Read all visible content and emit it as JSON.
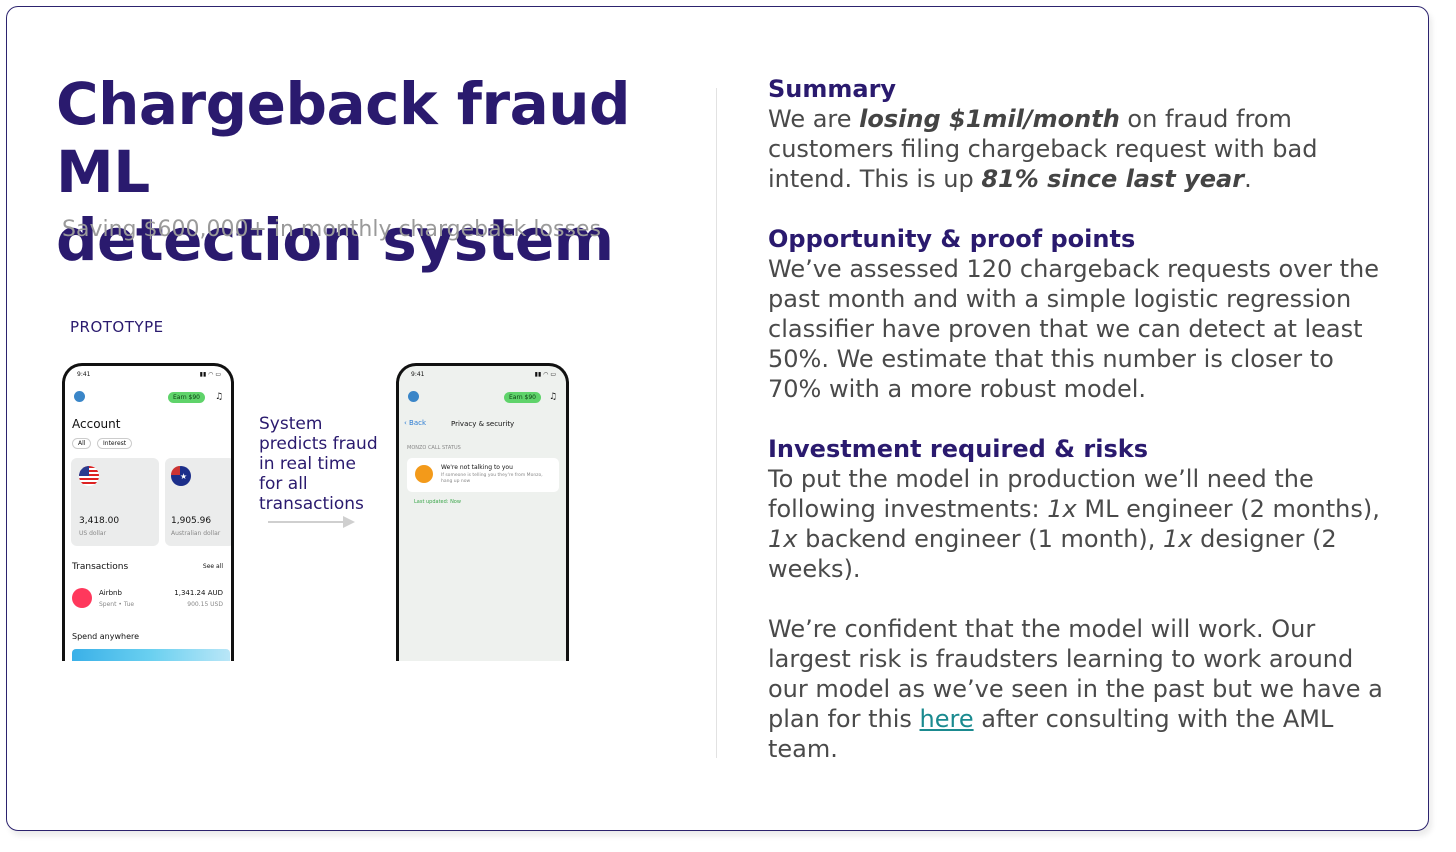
{
  "left": {
    "title_line1": "Chargeback fraud ML",
    "title_line2": "detection system",
    "subtitle": "Saving $600,000+ in monthly chargeback losses",
    "prototype_label": "PROTOTYPE",
    "arrow_text": "System predicts fraud in real time for all transactions"
  },
  "phone1": {
    "time": "9:41",
    "earn_badge": "Earn $90",
    "heading": "Account",
    "pill_all": "All",
    "pill_interest": "Interest",
    "card1_amount": "3,418.00",
    "card1_currency": "US dollar",
    "card2_amount": "1,905.96",
    "card2_currency": "Australian dollar",
    "transactions_label": "Transactions",
    "see_all": "See all",
    "tx_name": "Airbnb",
    "tx_sub": "Spent • Tue",
    "tx_amount": "1,341.24 AUD",
    "tx_amount_sub": "900.15 USD",
    "spend_label": "Spend anywhere"
  },
  "phone2": {
    "time": "9:41",
    "earn_badge": "Earn $90",
    "back": "Back",
    "header": "Privacy & security",
    "status_label": "MONZO CALL STATUS",
    "notice_title": "We're not talking to you",
    "notice_body": "If someone is telling you they're from Monzo, hang up now",
    "last_updated": "Last updated: Now"
  },
  "summary": {
    "heading": "Summary",
    "p1": "We are ",
    "b1": "losing $1mil/month",
    "p2": " on fraud from customers filing chargeback request with bad intend. This is up ",
    "b2": "81% since last year",
    "p3": "."
  },
  "opportunity": {
    "heading": "Opportunity & proof points",
    "text": "We’ve assessed 120 chargeback requests over the past month and with a simple logistic regression classifier have proven that we can detect at least 50%. We estimate that this number is closer to 70% with a more robust model."
  },
  "investment": {
    "heading": "Investment required & risks",
    "p1": "To put the model in production we’ll need the following investments: ",
    "i1": "1x",
    "p2": " ML engineer (2 months), ",
    "i2": "1x",
    "p3": " backend engineer (1 month), ",
    "i3": "1x",
    "p4": " designer (2 weeks).",
    "risk_p1": "We’re confident that the model will work. Our largest risk is fraudsters learning to work around our model as we’ve seen in the past but we have a plan for this ",
    "risk_link": "here",
    "risk_p2": " after consulting with the AML team."
  },
  "colors": {
    "brand": "#2a1a6e",
    "link": "#1a8a8f",
    "earn_green": "#5fd36a"
  }
}
